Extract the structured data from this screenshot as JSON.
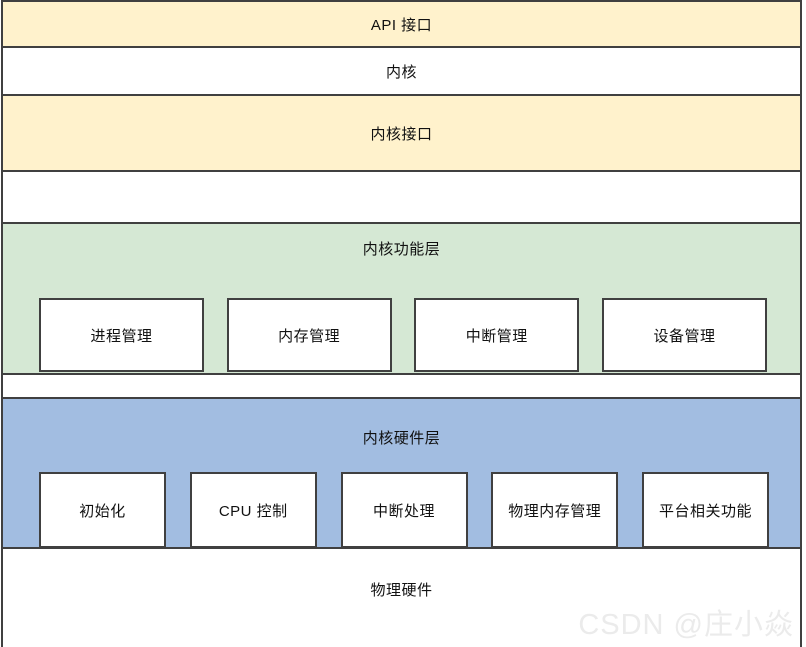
{
  "diagram": {
    "layers": [
      {
        "label": "API 接口"
      },
      {
        "label": "内核"
      },
      {
        "label": "内核接口"
      },
      {
        "label": ""
      },
      {
        "label": "内核功能层",
        "boxes": [
          "进程管理",
          "内存管理",
          "中断管理",
          "设备管理"
        ]
      },
      {
        "label": ""
      },
      {
        "label": "内核硬件层",
        "boxes": [
          "初始化",
          "CPU 控制",
          "中断处理",
          "物理内存管理",
          "平台相关功能"
        ]
      },
      {
        "label": "物理硬件"
      }
    ],
    "colors": {
      "cream": "#FFF2CC",
      "green": "#D5E8D4",
      "blue": "#A2BDE1",
      "border": "#404040"
    },
    "watermark": "CSDN @庄小焱"
  }
}
